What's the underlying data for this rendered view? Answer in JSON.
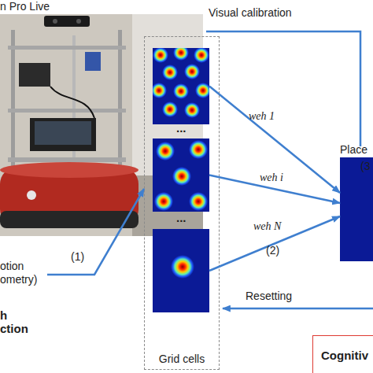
{
  "diagram": {
    "nodes": [
      {
        "text": [
          "n Pro Live"
        ]
      },
      {
        "text": [
          "otion ometry)"
        ]
      },
      {
        "text": [
          "Grid cells"
        ]
      },
      {
        "text": [],
        "in": 2
      },
      {
        "text": [],
        "in": 2
      },
      {
        "text": [],
        "in": 2
      },
      {
        "text": [
          "Place"
        ]
      },
      {
        "text": [
          "Cognitiv"
        ]
      }
    ],
    "edges": [
      {
        "from": 1,
        "to": 2,
        "arrow": "to",
        "label": "(1)"
      },
      {
        "from": 3,
        "to": 6,
        "arrow": "to",
        "label": "weh 1"
      },
      {
        "from": 4,
        "to": 6,
        "arrow": "to",
        "label": "weh i"
      },
      {
        "from": 5,
        "to": 6,
        "arrow": "to",
        "label": "weh N"
      }
    ],
    "labels": [
      "Visual calibration",
      "(3",
      "...",
      "...",
      "(2)",
      "Resetting",
      "h ction"
    ]
  }
}
